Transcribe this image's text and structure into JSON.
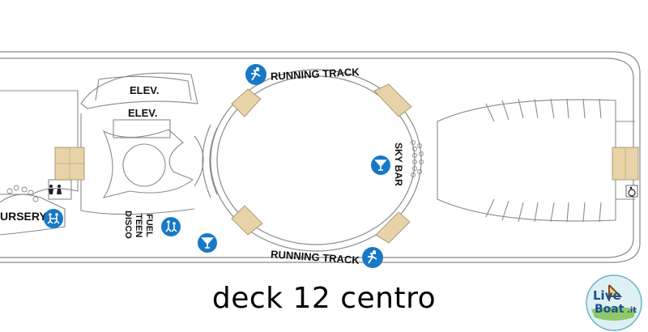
{
  "caption": "deck 12 centro",
  "labels": {
    "running_track_top": "RUNNING TRACK",
    "running_track_bottom": "RUNNING TRACK",
    "elev_upper": "ELEV.",
    "elev_lower": "ELEV.",
    "sky_bar": "SKY BAR",
    "nursery": "URSERY",
    "fuel_line1": "FUEL",
    "fuel_line2": "TEEN",
    "fuel_line3": "DISCO"
  },
  "brand": {
    "line1": "Live",
    "line2": "Boat",
    "suffix": ".it"
  },
  "icons": {
    "running_top": "running-track-icon",
    "running_bottom": "running-track-icon",
    "sky_bar": "cocktail-bar-icon",
    "bar_left": "cocktail-bar-icon",
    "teen": "dancing-people-icon",
    "nursery": "children-icon",
    "restrooms": "restroom-icon",
    "accessible": "wheelchair-icon"
  },
  "colors": {
    "icon_blue": "#1779c6",
    "deck_outline": "#8a8a8a",
    "stairs_tan": "#e7d3a7"
  }
}
